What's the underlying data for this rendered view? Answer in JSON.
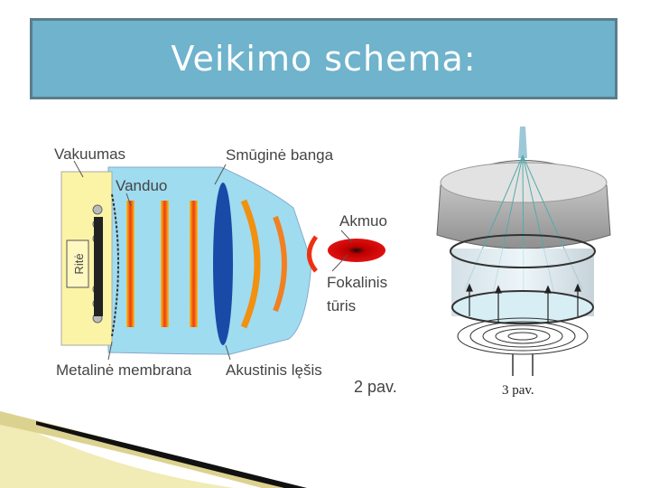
{
  "slide": {
    "title": "Veikimo schema:"
  },
  "figure2": {
    "labels": {
      "vacuum": "Vakuumas",
      "water": "Vanduo",
      "shock_wave": "Smūginė banga",
      "coil": "Ritė",
      "stone": "Akmuo",
      "focal_1": "Fokalinis",
      "focal_2": "tūris",
      "membrane": "Metalinė membrana",
      "lens": "Akustinis lęšis",
      "caption": "2 pav."
    }
  },
  "figure3": {
    "caption": "3 pav."
  },
  "colors": {
    "title_bg": "#6fb3cc",
    "title_border": "#5a7d8c",
    "water": "#9fdcf0",
    "vacuum": "#fbf4a6",
    "stone": "#e01010"
  }
}
